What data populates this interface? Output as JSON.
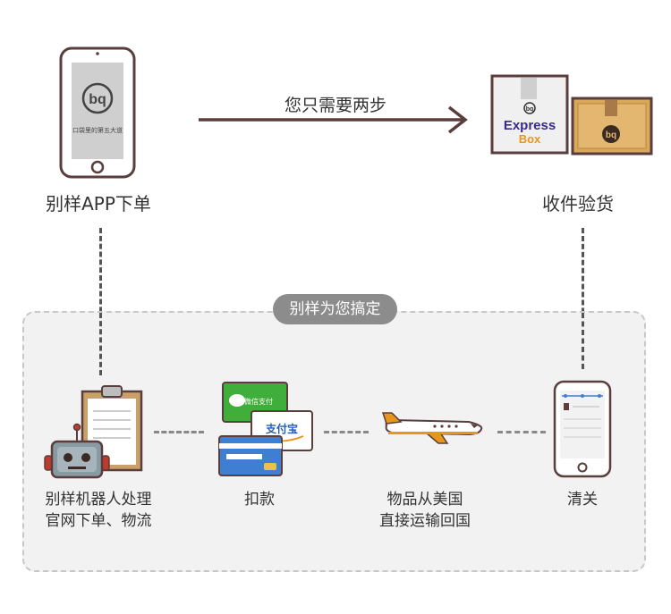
{
  "top": {
    "step_left_label": "别样APP下单",
    "step_right_label": "收件验货",
    "arrow_caption": "您只需要两步",
    "phone_screen_text": "口袋里的第五大道",
    "phone_logo_text": "bq",
    "express_box": {
      "line1": "Express",
      "line2": "Box",
      "logo": "bq"
    }
  },
  "panel": {
    "badge": "别样为您搞定",
    "steps": [
      {
        "label_line1": "别样机器人处理",
        "label_line2": "官网下单、物流"
      },
      {
        "label_line1": "扣款",
        "label_line2": ""
      },
      {
        "label_line1": "物品从美国",
        "label_line2": "直接运输回国"
      },
      {
        "label_line1": "清关",
        "label_line2": ""
      }
    ],
    "payment": {
      "wechat_label": "微信支付",
      "alipay_label": "支付宝"
    }
  },
  "colors": {
    "accent_dark": "#5a3e3e",
    "panel_bg": "#f2f2f2",
    "badge_bg": "#8c8c8c",
    "express_purple": "#3b2a8c",
    "express_orange": "#e8951c",
    "wechat_green": "#3fae3a",
    "card_blue": "#3f7fd1",
    "box_tan": "#d9a85a"
  },
  "icons": [
    "phone-icon",
    "arrow-right-icon",
    "express-box-icon",
    "cardboard-box-icon",
    "robot-clipboard-icon",
    "payment-cards-icon",
    "airplane-icon",
    "customs-phone-icon"
  ]
}
